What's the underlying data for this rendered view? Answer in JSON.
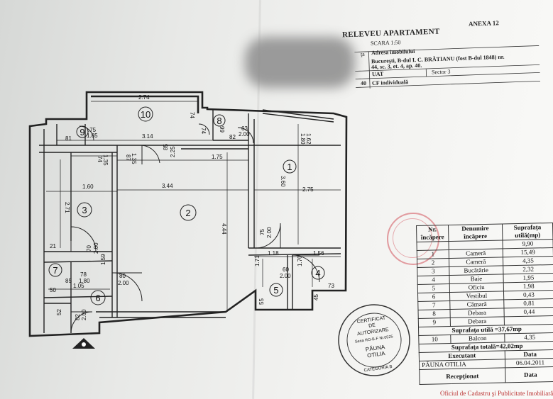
{
  "header": {
    "anexa": "ANEXA 12",
    "title": "RELEVEU APARTAMENT",
    "scale": "SCARA 1:50",
    "addr_label": "Adresa imobilului",
    "addr_line1": "Bucureşti, B-dul I. C. BRĂTIANU (fost B-dul 1848) nr.",
    "addr_line2": "44, sc. 3, et. 4, ap. 40.",
    "uat": "UAT",
    "sector": "Sector 3",
    "cf_num": "40",
    "cf": "CF individuală",
    "cut_left": "ţa"
  },
  "plan": {
    "rooms": [
      {
        "n": "1"
      },
      {
        "n": "2"
      },
      {
        "n": "3"
      },
      {
        "n": "4"
      },
      {
        "n": "5"
      },
      {
        "n": "6"
      },
      {
        "n": "7"
      },
      {
        "n": "8"
      },
      {
        "n": "9"
      },
      {
        "n": "10"
      }
    ],
    "dims": [
      "2.74",
      "3.14",
      "74",
      "74",
      "99",
      "82",
      "63",
      "2.00",
      "81",
      ".75",
      "1.85",
      "74",
      "1.35",
      "87",
      "1.35",
      "85",
      "2.25",
      "1.75",
      "1.80",
      "1.62",
      "1.60",
      "3.44",
      "2.75",
      "3.60",
      "2.71",
      "4.44",
      "75",
      "2.00",
      "70",
      "2.00",
      "21",
      "1.18",
      "1.56",
      "60",
      "2.00",
      "1.71",
      "1.70",
      "78",
      "1.80",
      "80",
      "2.00",
      "1.59",
      "1.05",
      "50",
      "73",
      "45",
      "55",
      "52",
      "82",
      "2.00",
      "85"
    ]
  },
  "table": {
    "headers": [
      "Nr. încăpere",
      "Denumire încăpere",
      "Suprafaţa utilă(mp)"
    ],
    "rows": [
      [
        "",
        "",
        "9,90"
      ],
      [
        "1",
        "Cameră",
        "15,49"
      ],
      [
        "2",
        "Cameră",
        "4,35"
      ],
      [
        "3",
        "Bucătărie",
        "2,32"
      ],
      [
        "4",
        "Baie",
        "1,95"
      ],
      [
        "5",
        "Oficiu",
        "1,98"
      ],
      [
        "6",
        "Vestibul",
        "0,43"
      ],
      [
        "7",
        "Cămară",
        "0,81"
      ],
      [
        "8",
        "Debara",
        "0,44"
      ],
      [
        "9",
        "Debara",
        ""
      ]
    ],
    "total_util": "Suprafaţa utilă =37,67mp",
    "balcon_nr": "10",
    "balcon": "Balcon",
    "balcon_val": "4,35",
    "total": "Suprafaţa totală=42,02mp",
    "executant": "Executant",
    "data_label": "Data",
    "executant_name": "PĂUNA OTILIA",
    "date": "06.04.2011",
    "receptionat": "Recepţionat",
    "data_label2": "Data"
  },
  "stamp": {
    "l1": "CERTIFICAT",
    "l2": "DE",
    "l3": "AUTORIZARE",
    "l4": "Seria RO-B-F Nr.0525",
    "l5": "PĂUNA",
    "l6": "OTILIA",
    "l7": "CATEGORIA B"
  },
  "footer": {
    "office": "Oficiul de Cadastru şi Publicitate Imobiliară"
  }
}
